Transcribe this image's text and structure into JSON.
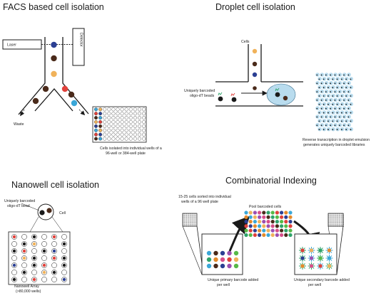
{
  "panels": {
    "facs": {
      "title": "FACS based cell isolation",
      "laser": "Laser",
      "detector": "Detector",
      "waste": "Waste",
      "caption_line1": "Cells isolated into individual wells of a",
      "caption_line2": "96-well or 384-well plate"
    },
    "droplet": {
      "title": "Droplet cell isolation",
      "cells": "Cells",
      "beads_line1": "Uniquely barcoded",
      "beads_line2": "oligo-dT beads",
      "caption_line1": "Reverse transcription in droplet emulsion",
      "caption_line2": "generates uniquely barcoded libraries"
    },
    "nanowell": {
      "title": "Nanowell cell isolation",
      "beads_line1": "Uniquely barcoded",
      "beads_line2": "oligo-dT bead",
      "cell": "Cell",
      "array_line1": "Nanowell Array",
      "array_line2": "(>80,000 wells)"
    },
    "combinatorial": {
      "title": "Combinatorial Indexing",
      "sorted_line1": "15-25 cells sorted into individual",
      "sorted_line2": "wells of a 96 well plate",
      "pool": "Pool barcoded cells",
      "primary_line1": "Unique primary barcode added",
      "primary_line2": "per well",
      "secondary_line1": "Unique secondary barcode added",
      "secondary_line2": "per well"
    }
  },
  "colors": {
    "cell_brown": "#4a2a1a",
    "cell_orange": "#f0b25a",
    "cell_blue": "#2b3f93",
    "cell_red": "#e0413b",
    "cell_cyan": "#3aa7d8",
    "droplet": "#b9dcee",
    "bead_green": "#2fa36b"
  }
}
